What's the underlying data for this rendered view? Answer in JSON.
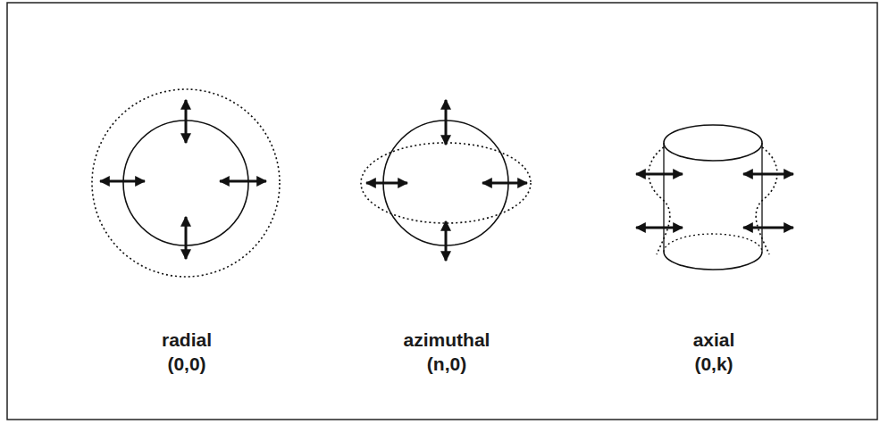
{
  "diagram": {
    "labels": [
      "radial",
      "(0,0)",
      "azimuthal",
      "(n,0)",
      "axial",
      "(0,k)"
    ]
  }
}
